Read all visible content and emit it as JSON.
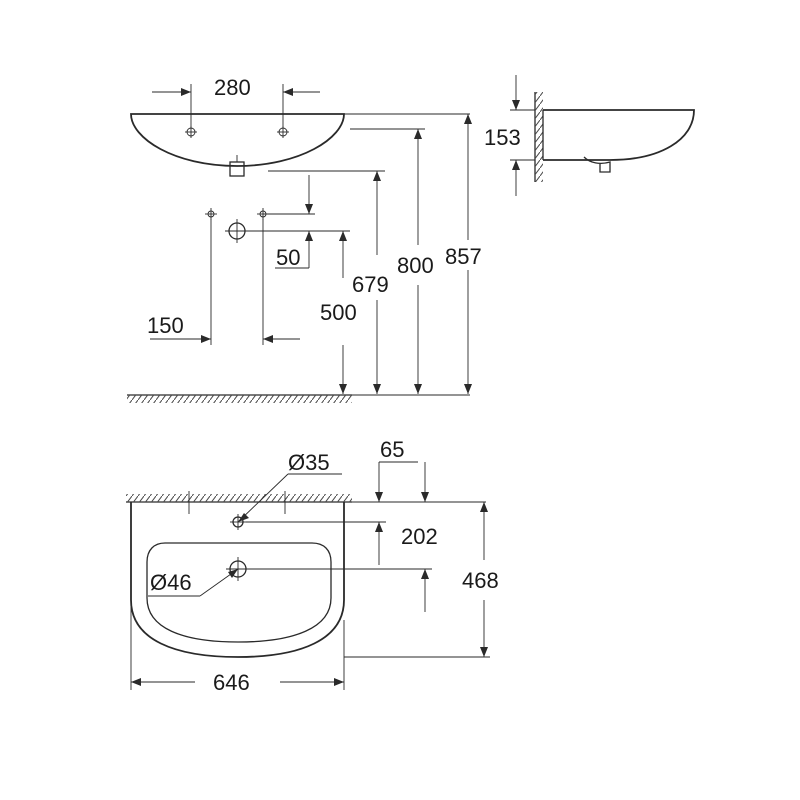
{
  "front_view": {
    "tap_hole_spacing": "280",
    "overflow_offset": "50",
    "bracket_spacing": "150",
    "bracket_height": "500",
    "waste_height": "679",
    "rim_height": "800",
    "top_height": "857"
  },
  "side_view": {
    "depth_label": "153"
  },
  "top_view": {
    "tap_hole_diameter": "Ø35",
    "tap_hole_offset": "65",
    "tap_hole_depth": "202",
    "waste_diameter": "Ø46",
    "basin_depth": "468",
    "basin_width": "646"
  }
}
